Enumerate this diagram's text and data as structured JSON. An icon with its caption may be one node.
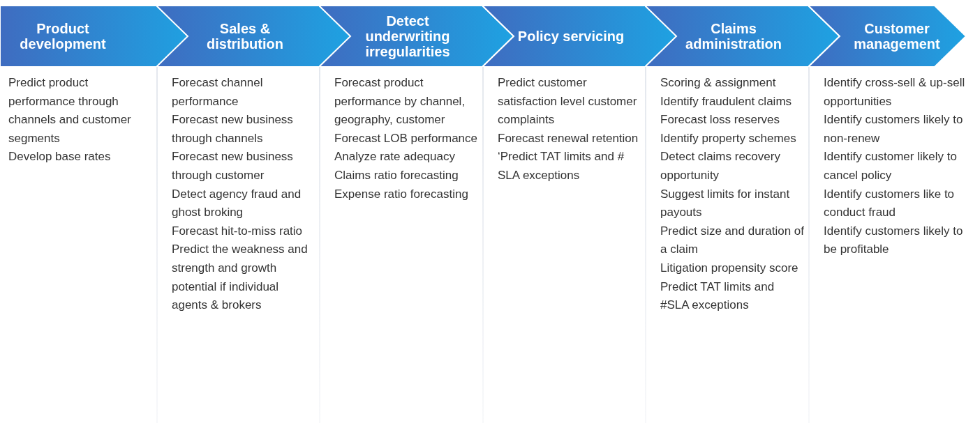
{
  "diagram": {
    "nodes": [
      {
        "text": [
          "Product development"
        ],
        "beside": [
          "Predict product performance through channels and customer segments",
          "Develop base rates"
        ]
      },
      {
        "text": [
          "Sales & distribution"
        ],
        "beside": [
          "Forecast channel performance",
          "Forecast new business through channels",
          "Forecast new business through customer",
          "Detect agency fraud and ghost broking",
          "Forecast hit-to-miss ratio",
          "Predict the weakness and strength and growth potential if individual agents & brokers"
        ]
      },
      {
        "text": [
          "Detect underwriting irregularities"
        ],
        "beside": [
          "Forecast product performance by channel, geography, customer",
          "Forecast LOB performance",
          "Analyze rate adequacy",
          "Claims ratio forecasting",
          "Expense ratio forecasting"
        ]
      },
      {
        "text": [
          "Policy servicing"
        ],
        "beside": [
          "Predict customer satisfaction level customer complaints",
          "Forecast renewal retention ‘Predict TAT limits and # SLA exceptions"
        ]
      },
      {
        "text": [
          "Claims administration"
        ],
        "beside": [
          "Scoring & assignment",
          "Identify fraudulent claims",
          "Forecast loss reserves",
          "Identify property schemes",
          "Detect claims recovery opportunity",
          "Suggest limits for instant payouts",
          "Predict size and duration of a claim",
          "Litigation propensity score",
          "Predict TAT limits and #SLA exceptions"
        ]
      },
      {
        "text": [
          "Customer management"
        ],
        "beside": [
          "Identify cross-sell & up-sell opportunities",
          "Identify customers likely to non-renew",
          "Identify customer likely to cancel policy",
          "Identify customers like to conduct fraud",
          "Identify customers likely to be profitable"
        ]
      }
    ]
  }
}
